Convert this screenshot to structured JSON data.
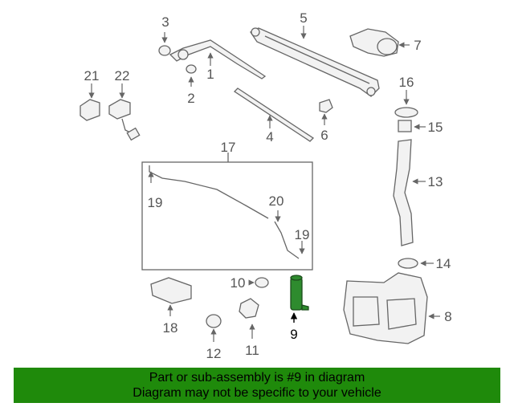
{
  "callouts": {
    "c1": "1",
    "c2": "2",
    "c3": "3",
    "c4": "4",
    "c5": "5",
    "c6": "6",
    "c7": "7",
    "c8": "8",
    "c9": "9",
    "c10": "10",
    "c11": "11",
    "c12": "12",
    "c13": "13",
    "c14": "14",
    "c15": "15",
    "c16": "16",
    "c17": "17",
    "c18": "18",
    "c19a": "19",
    "c19b": "19",
    "c20": "20",
    "c21": "21",
    "c22": "22"
  },
  "highlighted_part": "9",
  "banner": {
    "line1": "Part or sub-assembly is #9 in diagram",
    "line2": "Diagram may not be specific to your vehicle"
  },
  "colors": {
    "highlight": "#2e8b2e",
    "banner": "#1f8a0b"
  }
}
